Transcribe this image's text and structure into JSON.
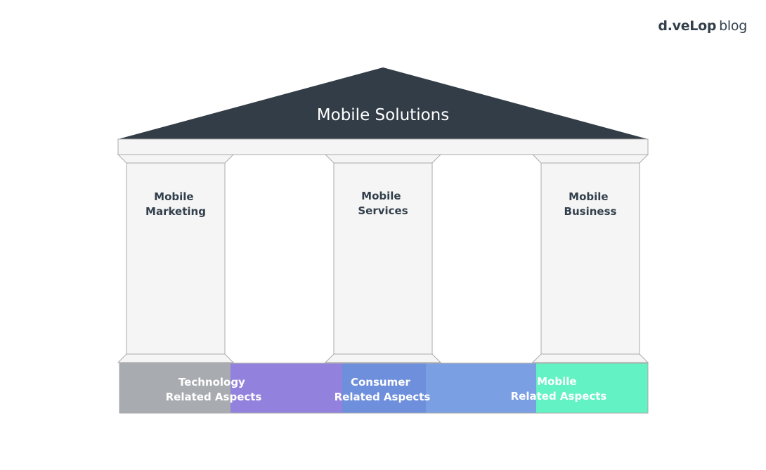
{
  "brand": {
    "name": "d.veLop",
    "suffix": "blog"
  },
  "roof": {
    "title": "Mobile Solutions",
    "color": "#333d47"
  },
  "pillars": [
    {
      "line1": "Mobile",
      "line2": "Marketing"
    },
    {
      "line1": "Mobile",
      "line2": "Services"
    },
    {
      "line1": "Mobile",
      "line2": "Business"
    }
  ],
  "base": {
    "segments": [
      {
        "line1": "Technology",
        "line2": "Related Aspects"
      },
      {
        "line1": "Consumer",
        "line2": "Related Aspects"
      },
      {
        "line1": "Mobile",
        "line2": "Related Aspects"
      }
    ],
    "colors": [
      "#a8acb1",
      "#9282dd",
      "#7e8fdf",
      "#7b9fe3",
      "#63f2c3"
    ]
  },
  "colors": {
    "pillar_fill": "#f5f5f5",
    "pillar_stroke": "#aaaaaa",
    "text_dark": "#33404c",
    "text_light": "#ffffff"
  }
}
